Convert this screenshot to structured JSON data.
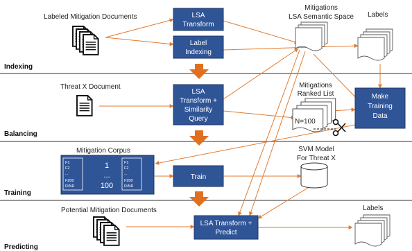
{
  "colors": {
    "box_fill": "#2f5597",
    "box_stroke": "#1f3864",
    "arrow": "#e27b2e",
    "block_arrow": "#e07020",
    "divider": "#595959"
  },
  "stages": {
    "indexing": "Indexing",
    "balancing": "Balancing",
    "training": "Training",
    "predicting": "Predicting"
  },
  "nodes": {
    "labeled_docs": "Labeled Mitigation Documents",
    "lsa_transform": [
      "LSA",
      "Transform"
    ],
    "label_indexing": [
      "Label",
      "Indexing"
    ],
    "mitigations_space": [
      "Mitigations",
      "LSA Semantic Space"
    ],
    "labels_top": "Labels",
    "threat_doc": "Threat X Document",
    "lsa_similarity": [
      "LSA",
      "Transform +",
      "Similarity",
      "Query"
    ],
    "ranked_list": [
      "Mitigations",
      "Ranked List"
    ],
    "n_value": "N=100",
    "make_training": [
      "Make",
      "Training",
      "Data"
    ],
    "mitigation_corpus": "Mitigation Corpus",
    "train": "Train",
    "svm_model": [
      "SVM Model",
      "For Threat X"
    ],
    "potential_docs": "Potential Mitigation Documents",
    "lsa_predict": [
      "LSA Transform +",
      "Predict"
    ],
    "labels_bottom": "Labels"
  },
  "corpus": {
    "left_doc": [
      "F1",
      "F2",
      "...",
      "F200",
      "R/NR"
    ],
    "center": [
      "1",
      "...",
      "100"
    ],
    "right_doc": [
      "F1",
      "F2",
      "...",
      "F200",
      "R/NR"
    ]
  }
}
